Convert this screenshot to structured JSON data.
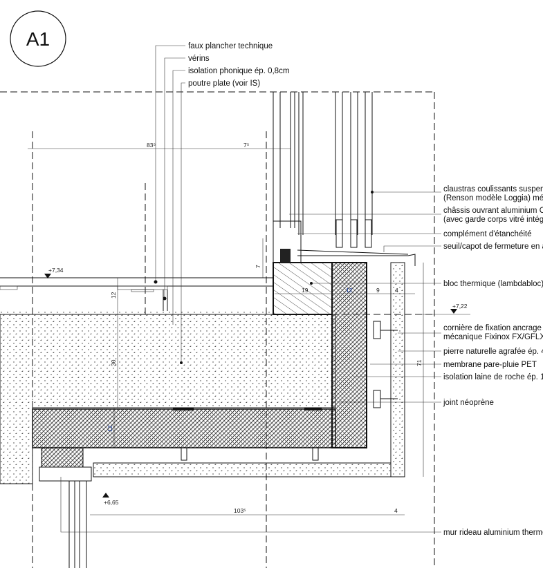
{
  "detail_id": "A1",
  "labels_top": [
    "faux plancher technique",
    "vérins",
    "isolation phonique ép. 0,8cm",
    "poutre plate (voir IS)"
  ],
  "labels_right": [
    "claustras coulissants suspendus",
    "(Renson modèle Loggia) mé",
    "châssis ouvrant aluminium C",
    "(avec garde corps vitré intégré",
    "complément d'étanchéité",
    "seuil/capot de fermeture en a",
    "bloc thermique (lambdabloc)",
    "cornière de fixation ancrage",
    "mécanique Fixinox FX/GFLX",
    "pierre naturelle agrafée ép. 4",
    "membrane pare-pluie PET",
    "isolation laine de roche ép. 1",
    "joint néoprène",
    "mur rideau aluminium thermo"
  ],
  "levels": [
    "+7,34",
    "+7,22",
    "+6,65"
  ],
  "dimensions": {
    "top_width": "83⁵",
    "top_frame": "7⁵",
    "step": "7",
    "floor": "12",
    "slab": "30",
    "block": "19",
    "insulation": "12",
    "gap": "9",
    "stone": "4",
    "facade_height": "71",
    "soffit": "12",
    "bottom_width": "103⁵",
    "bottom_stone": "4"
  }
}
